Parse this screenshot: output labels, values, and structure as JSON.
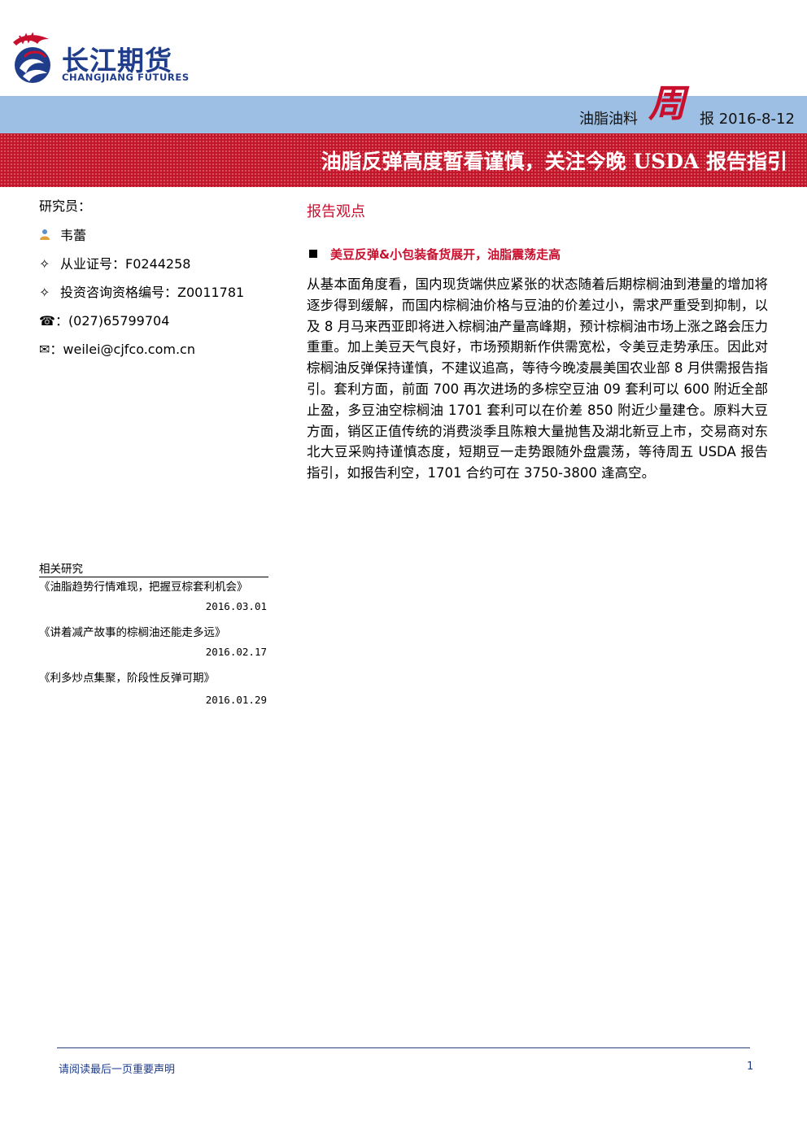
{
  "header": {
    "logo": {
      "brand_cn": "长江期货",
      "brand_en": "CHANGJIANG FUTURES"
    },
    "category": "油脂油料",
    "period": "周",
    "report_label": "报",
    "date": "2016-8-12",
    "headline": "油脂反弹高度暂看谨慎，关注今晚 USDA 报告指引"
  },
  "researcher": {
    "label": "研究员：",
    "name": "韦蕾",
    "license": "从业证号：F0244258",
    "consult": "投资咨询资格编号：Z0011781",
    "phone": "：(027)65799704",
    "email": "：weilei@cjfco.com.cn",
    "icons": {
      "person": "person-icon",
      "diamond": "✧",
      "phone": "☎",
      "mail": "✉"
    }
  },
  "related": {
    "label": "相关研究",
    "items": [
      {
        "title": "《油脂趋势行情难现，把握豆棕套利机会》",
        "date": "2016.03.01"
      },
      {
        "title": "《讲着减产故事的棕榈油还能走多远》",
        "date": "2016.02.17"
      },
      {
        "title": "《利多炒点集聚，阶段性反弹可期》",
        "date": "2016.01.29"
      }
    ]
  },
  "report": {
    "section_title": "报告观点",
    "bullet_title": "美豆反弹&小包装备货展开，油脂震荡走高",
    "paragraph": "从基本面角度看，国内现货端供应紧张的状态随着后期棕榈油到港量的增加将逐步得到缓解，而国内棕榈油价格与豆油的价差过小，需求严重受到抑制，以及 8 月马来西亚即将进入棕榈油产量高峰期，预计棕榈油市场上涨之路会压力重重。加上美豆天气良好，市场预期新作供需宽松，令美豆走势承压。因此对棕榈油反弹保持谨慎，不建议追高，等待今晚凌晨美国农业部 8 月供需报告指引。套利方面，前面 700 再次进场的多棕空豆油 09 套利可以 600 附近全部止盈，多豆油空棕榈油 1701 套利可以在价差 850 附近少量建仓。原料大豆方面，销区正值传统的消费淡季且陈粮大量抛售及湖北新豆上市，交易商对东北大豆采购持谨慎态度，短期豆一走势跟随外盘震荡，等待周五 USDA 报告指引，如报告利空，1701 合约可在 3750-3800 逢高空。"
  },
  "footer": {
    "disclaimer": "请阅读最后一页重要声明",
    "page": "1"
  },
  "colors": {
    "brand_blue": "#1f3d8a",
    "band_blue": "#9dbfe3",
    "band_red": "#c4162a",
    "accent_red": "#c8102e"
  }
}
